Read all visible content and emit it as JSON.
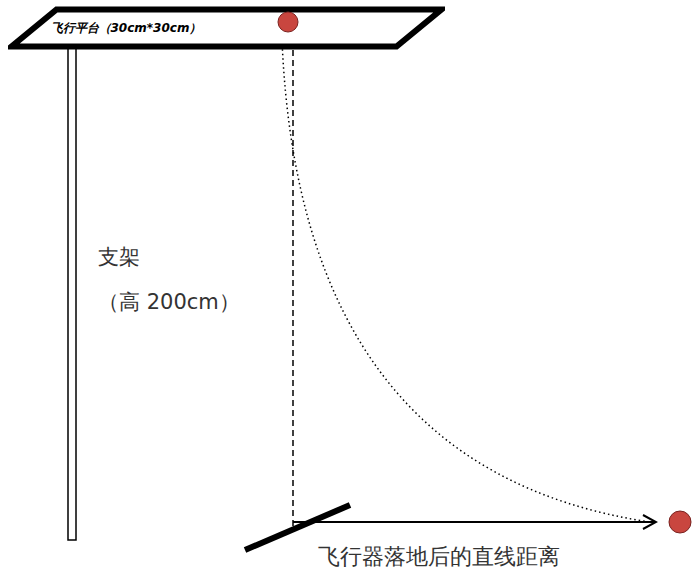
{
  "diagram": {
    "nodes": [
      {
        "text": [
          "飞行平台（30cm*30cm）"
        ]
      }
    ],
    "labels": [
      "支架",
      "（高 200cm）",
      "飞行器落地后的直线距离"
    ]
  }
}
